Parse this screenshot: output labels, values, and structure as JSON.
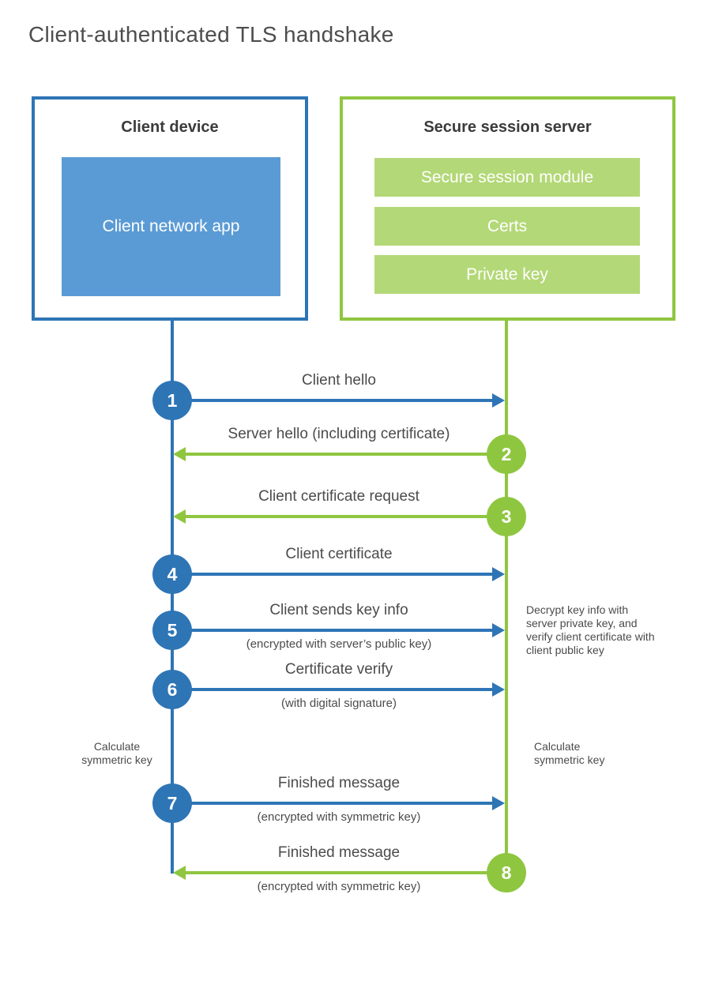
{
  "title": "Client-authenticated TLS handshake",
  "colors": {
    "blue": "#2e75b6",
    "blue_fill": "#5b9bd5",
    "green": "#8fc640",
    "green_fill": "#b3d877",
    "text": "#4b4b4d",
    "heading": "#3b3b3d"
  },
  "client": {
    "header": "Client device",
    "app": "Client network app"
  },
  "server": {
    "header": "Secure session server",
    "modules": [
      "Secure session module",
      "Certs",
      "Private key"
    ]
  },
  "steps": [
    {
      "number": "1",
      "label": "Client hello",
      "direction": "client-to-server"
    },
    {
      "number": "2",
      "label": "Server hello (including certificate)",
      "direction": "server-to-client"
    },
    {
      "number": "3",
      "label": "Client certificate request",
      "direction": "server-to-client"
    },
    {
      "number": "4",
      "label": "Client certificate",
      "direction": "client-to-server"
    },
    {
      "number": "5",
      "label": "Client sends key info",
      "sublabel": "(encrypted with server’s public key)",
      "direction": "client-to-server"
    },
    {
      "number": "6",
      "label": "Certificate verify",
      "sublabel": "(with digital signature)",
      "direction": "client-to-server"
    },
    {
      "number": "7",
      "label": "Finished message",
      "sublabel": "(encrypted with symmetric key)",
      "direction": "client-to-server"
    },
    {
      "number": "8",
      "label": "Finished message",
      "sublabel": "(encrypted with symmetric key)",
      "direction": "server-to-client"
    }
  ],
  "notes": {
    "decrypt": "Decrypt key info with server private key, and verify client certificate with client public key",
    "calculate_left": "Calculate symmetric key",
    "calculate_right": "Calculate symmetric key"
  }
}
